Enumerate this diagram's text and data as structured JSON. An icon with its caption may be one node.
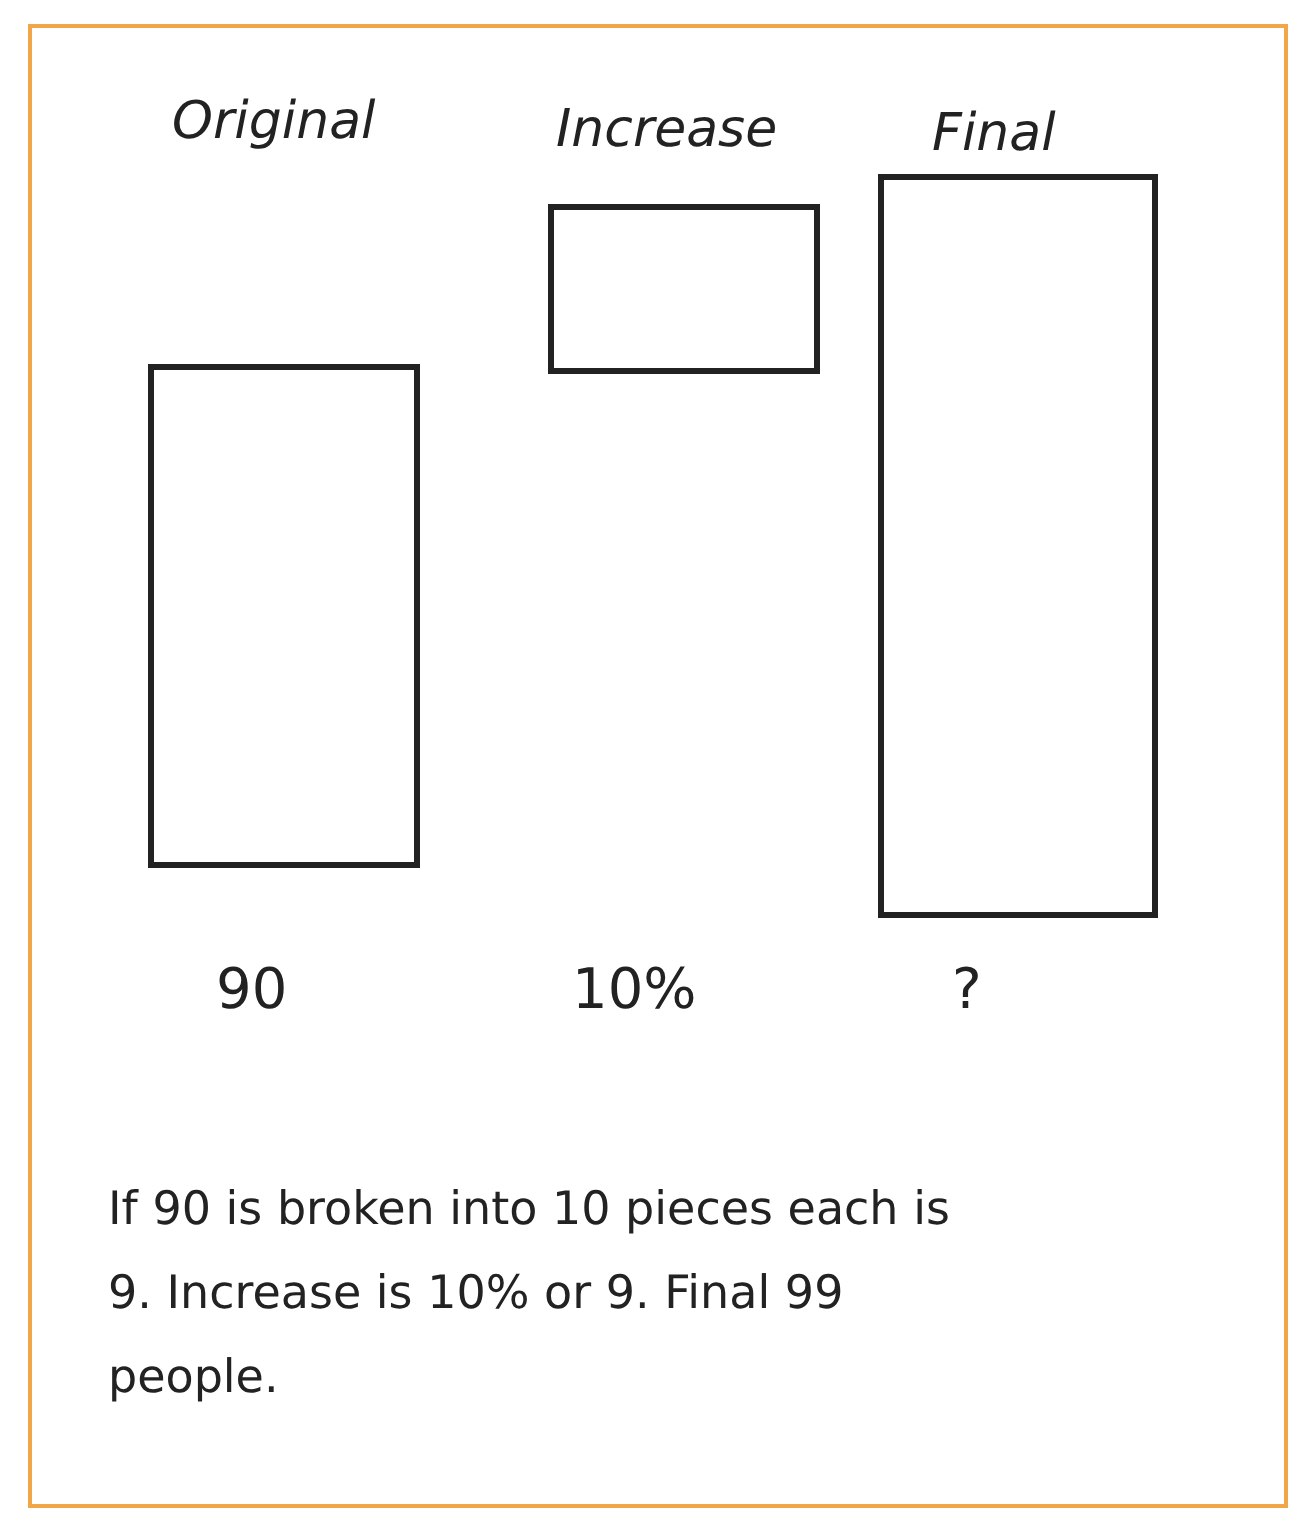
{
  "diagram": {
    "nodes": [
      {
        "text": [],
        "shape": "box"
      },
      {
        "text": [],
        "shape": "box"
      },
      {
        "text": [],
        "shape": "box"
      }
    ],
    "labels": [
      "Original",
      "Increase",
      "Final",
      "90",
      "10%",
      "?",
      "If 90 is broken into 10 pieces each is 9. Increase is 10% or 9. Final 99 people."
    ]
  }
}
